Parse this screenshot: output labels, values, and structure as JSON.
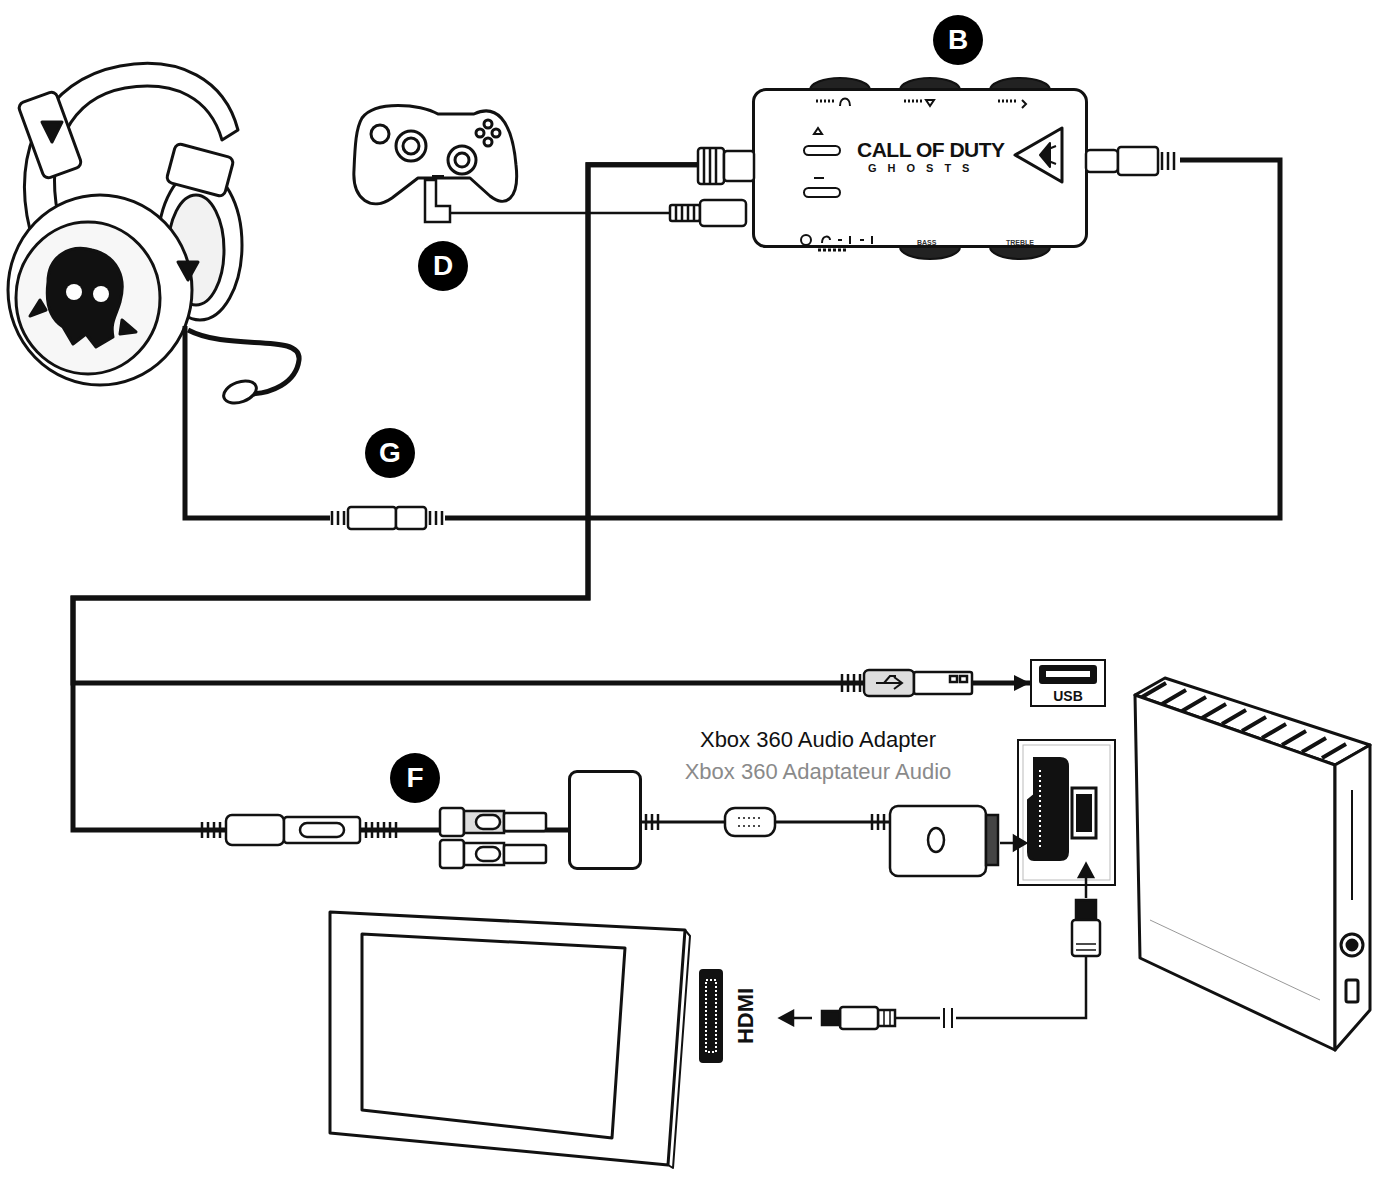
{
  "diagram": {
    "nodes": [
      {
        "text": [
          "CALL OF DUTY",
          "GHOSTS",
          "BASS",
          "TREBLE"
        ]
      },
      {
        "text": [
          "USB"
        ]
      },
      {
        "text": [
          "Xbox 360 Audio Adapter",
          "Xbox 360 Adaptateur Audio"
        ]
      },
      {
        "text": [
          "HDMI"
        ]
      }
    ],
    "edges": [
      {
        "from": 0,
        "to": 1,
        "arrow": "to"
      },
      {
        "from": 0,
        "to": 2,
        "arrow": "none"
      }
    ],
    "labels": [
      "B",
      "D",
      "G",
      "F"
    ]
  }
}
